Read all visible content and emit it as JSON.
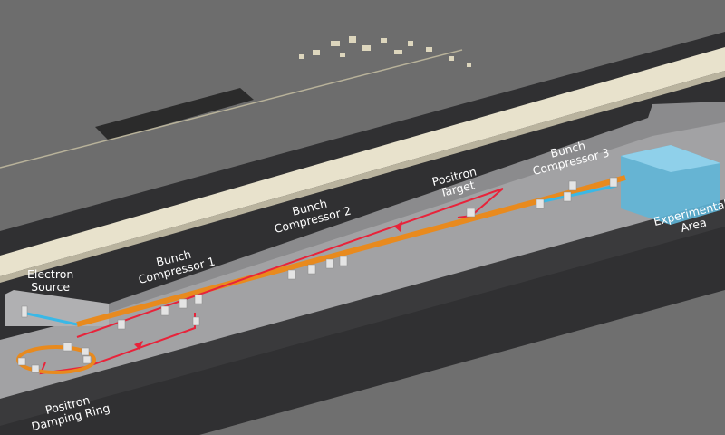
{
  "labels": {
    "electron_source": [
      "Electron",
      "Source"
    ],
    "bunch_compressor_1": [
      "Bunch",
      "Compressor 1"
    ],
    "bunch_compressor_2": [
      "Bunch",
      "Compressor 2"
    ],
    "positron_target": [
      "Positron",
      "Target"
    ],
    "bunch_compressor_3": [
      "Bunch",
      "Compressor 3"
    ],
    "experimental_area": [
      "Experimental",
      "Area"
    ],
    "positron_damping_ring": [
      "Positron",
      "Damping Ring"
    ]
  },
  "colors": {
    "ground": "#6d6d6d",
    "tunnel_dark": "#2f2f31",
    "tunnel_floor": "#9a9a9a",
    "building": "#e8e2cc",
    "beam_red": "#e8233a",
    "beam_orange": "#e88a1e",
    "beam_blue": "#3ab8e6",
    "experiment_box": "#5fb6d8"
  }
}
